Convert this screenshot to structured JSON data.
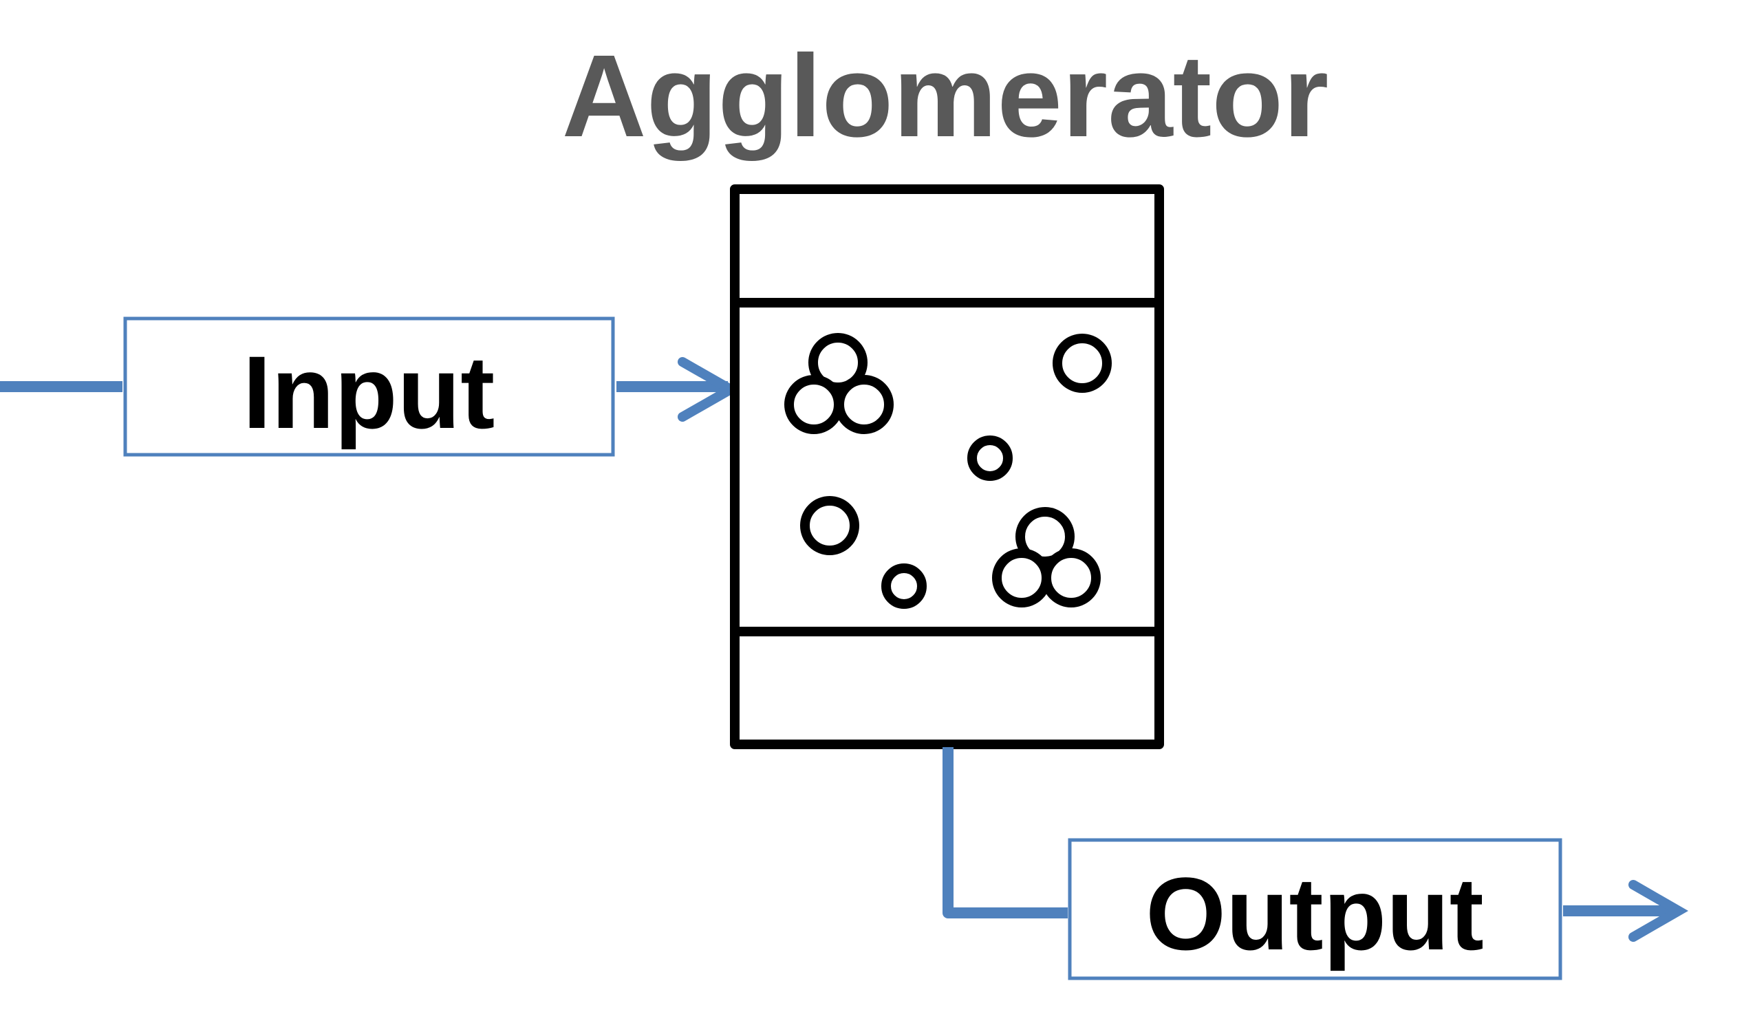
{
  "title": "Agglomerator",
  "input": {
    "label": "Input"
  },
  "output": {
    "label": "Output"
  },
  "colors": {
    "flow": "#4f81bd",
    "outline": "#000000",
    "title_text": "#595959",
    "label_text": "#000000",
    "background": "#ffffff"
  },
  "icons": [
    "flow-arrow-icon",
    "particle-icon",
    "agglomerate-icon"
  ]
}
